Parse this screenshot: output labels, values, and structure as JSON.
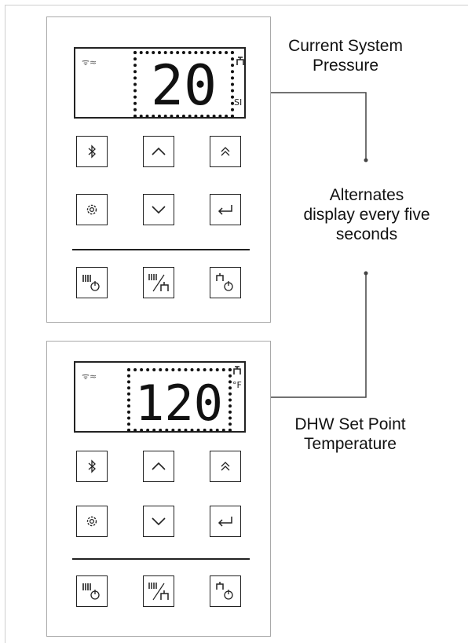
{
  "panels": [
    {
      "display_value": "20",
      "unit": "SI"
    },
    {
      "display_value": "120",
      "unit": "°F"
    }
  ],
  "annotations": {
    "pressure": "Current System\nPressure",
    "alternates": "Alternates\ndisplay every five\nseconds",
    "dhw": "DHW Set Point\nTemperature"
  },
  "icons": [
    "wifi-icon",
    "faucet-icon",
    "bluetooth-icon",
    "up-arrow-icon",
    "double-up-arrow-icon",
    "settings-icon",
    "down-arrow-icon",
    "enter-icon",
    "heating-power-icon",
    "heating-dhw-icon",
    "dhw-power-icon"
  ]
}
